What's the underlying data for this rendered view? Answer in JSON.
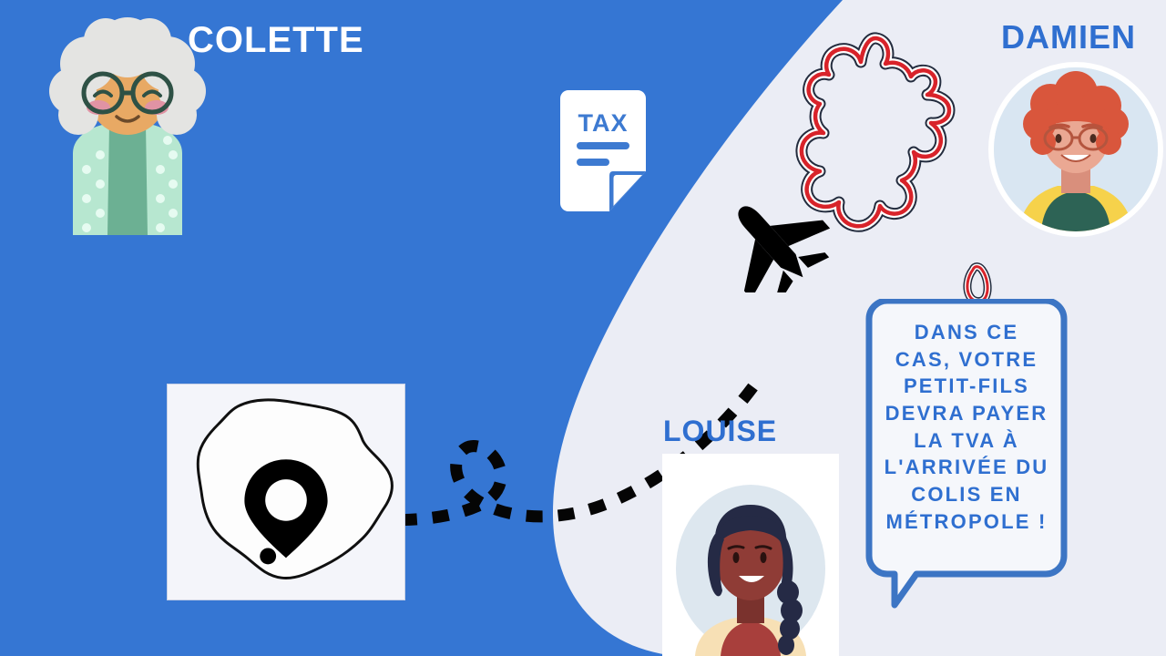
{
  "scene": {
    "background_color": "#3576d3",
    "blob_color": "#ebedf5",
    "accent_blue": "#2f6fd0",
    "bubble_border_color": "#3c75c4",
    "bubble_fill_color": "#f5f7fb"
  },
  "characters": {
    "colette": {
      "name": "COLETTE",
      "name_color": "#ffffff",
      "description": "elderly-woman-avatar",
      "hair_color": "#e2e2e0",
      "skin_color": "#e8a964",
      "glasses_color": "#2e5145",
      "cardigan_color": "#b7e7d0",
      "shirt_color": "#6cb093"
    },
    "damien": {
      "name": "DAMIEN",
      "name_color": "#2f6fd0",
      "description": "young-man-avatar",
      "hair_color": "#d9563c",
      "skin_color": "#e8a08c",
      "shirt_color": "#2d6355",
      "jacket_color": "#f6d24b",
      "avatar_bg": "#d9e6f2"
    },
    "louise": {
      "name": "LOUISE",
      "name_color": "#2f6fd0",
      "description": "young-woman-avatar",
      "hair_color": "#252a45",
      "skin_color": "#8f3c36",
      "shirt_color": "#f7e0b5",
      "collar_color": "#a83f3c",
      "avatar_bg": "#dde7ef"
    }
  },
  "objects": {
    "tax_document": {
      "label": "TAX",
      "paper_color": "#ffffff",
      "ink_color": "#3d7ad1"
    },
    "france_map": {
      "name": "france-tricolor-outline",
      "stroke_navy": "#232c3e",
      "stroke_white": "#ffffff",
      "stroke_red": "#d8232a",
      "includes_corsica": true
    },
    "reunion_map": {
      "name": "reunion-island-map",
      "card_bg": "#f4f5fa",
      "card_border": "#c9d2e6",
      "island_fill": "#fdfdfd",
      "island_stroke": "#101010",
      "pin_color": "#000000"
    },
    "airplane": {
      "name": "airplane-silhouette",
      "color": "#000000",
      "direction": "up-right"
    },
    "trail": {
      "name": "dashed-flight-path",
      "color": "#000000",
      "style": "dashed-loop"
    }
  },
  "speech_bubble": {
    "speaker": "DAMIEN",
    "text": "DANS CE\nCAS, VOTRE\nPETIT-FILS\nDEVRA PAYER\nLA TVA À\nL'ARRIVÉE DU\nCOLIS EN\nMÉTROPOLE !",
    "lines": [
      "DANS CE",
      "CAS, VOTRE",
      "PETIT-FILS",
      "DEVRA PAYER",
      "LA TVA À",
      "L'ARRIVÉE DU",
      "COLIS EN",
      "MÉTROPOLE !"
    ]
  }
}
